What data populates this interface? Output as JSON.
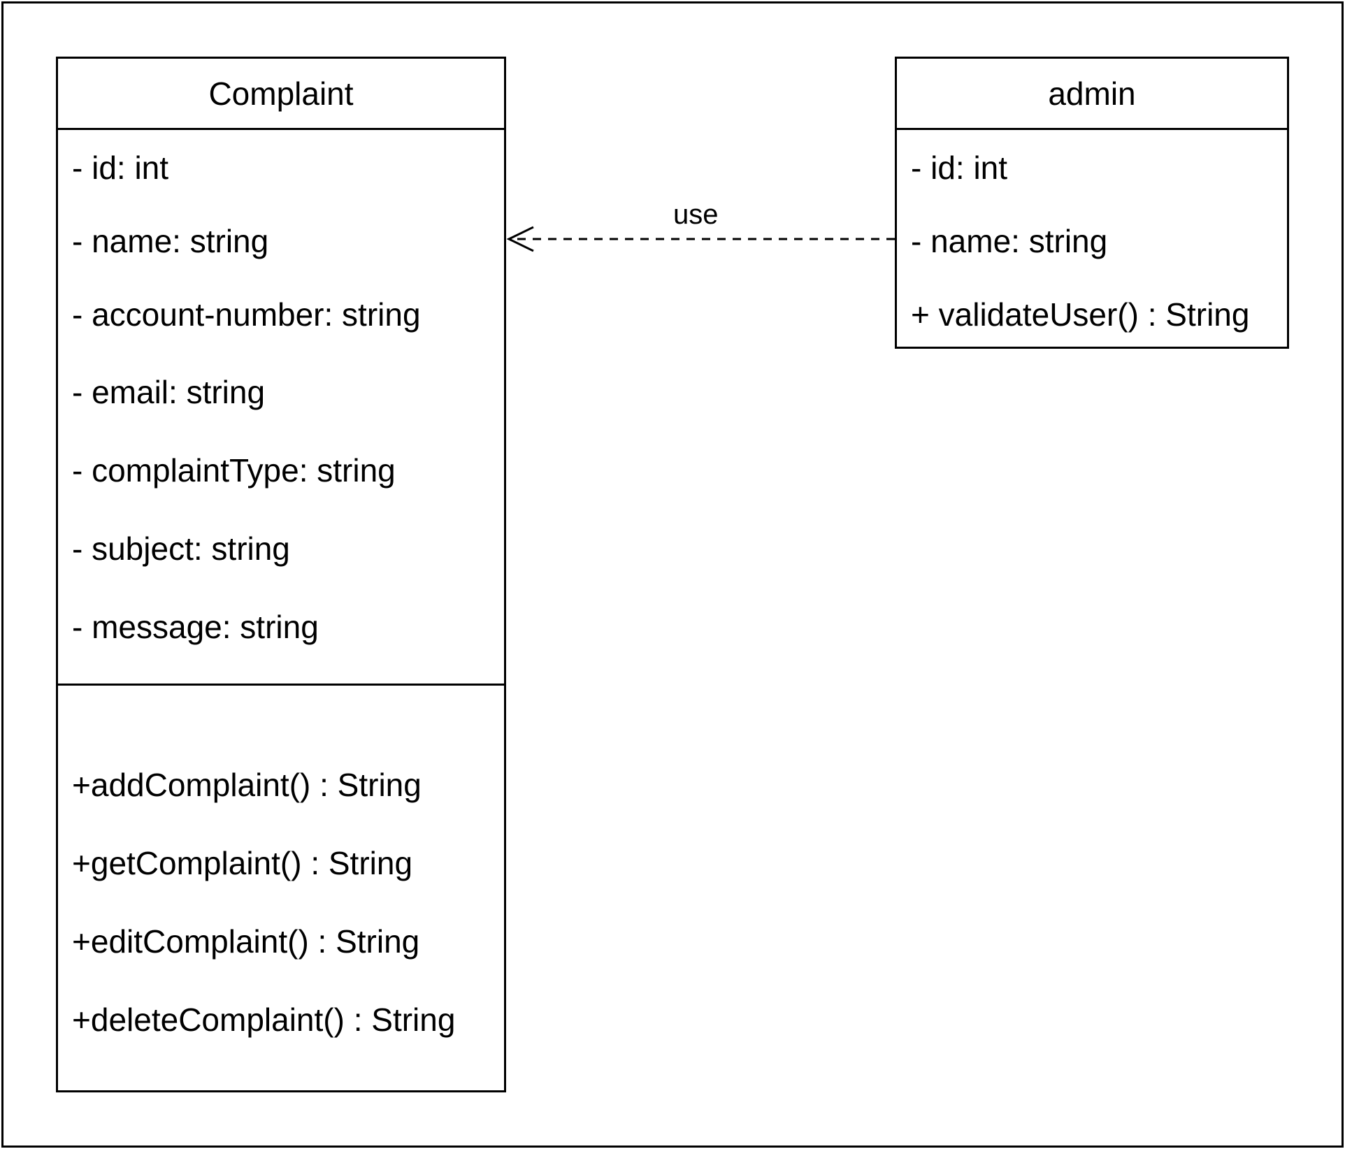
{
  "classes": {
    "complaint": {
      "name": "Complaint",
      "attributes": [
        "- id: int",
        "- name: string",
        "- account-number: string",
        "- email: string",
        "- complaintType: string",
        "- subject: string",
        "- message: string"
      ],
      "methods": [
        "+addComplaint() : String",
        "+getComplaint() : String",
        "+editComplaint() : String",
        "+deleteComplaint() : String"
      ]
    },
    "admin": {
      "name": "admin",
      "attributes": [
        "- id: int",
        "- name: string"
      ],
      "methods": [
        "+ validateUser() : String"
      ]
    }
  },
  "relationship": {
    "label": "use",
    "type": "dependency",
    "from": "admin",
    "to": "Complaint"
  }
}
